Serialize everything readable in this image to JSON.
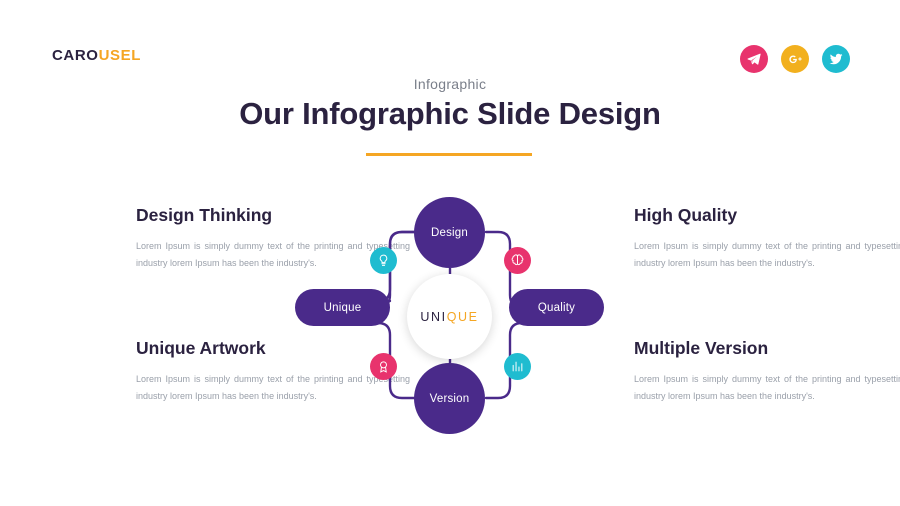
{
  "header": {
    "logo_part1": "CARO",
    "logo_part2": "USEL",
    "social": [
      {
        "name": "telegram",
        "color": "#e8336d"
      },
      {
        "name": "google-plus",
        "color": "#f2b01e"
      },
      {
        "name": "twitter",
        "color": "#1fbcd0"
      }
    ]
  },
  "titles": {
    "eyebrow": "Infographic",
    "main": "Our Infographic Slide Design"
  },
  "blocks": [
    {
      "id": "design",
      "heading": "Design Thinking",
      "body": "Lorem Ipsum is simply dummy text of the printing and typesetting industry lorem Ipsum has been the industry's."
    },
    {
      "id": "quality",
      "heading": "High Quality",
      "body": "Lorem Ipsum is simply dummy text of the printing and typesetting industry lorem Ipsum has been the industry's."
    },
    {
      "id": "unique",
      "heading": "Unique Artwork",
      "body": "Lorem Ipsum is simply dummy text of the printing and typesetting industry lorem Ipsum has been the industry's."
    },
    {
      "id": "version",
      "heading": "Multiple Version",
      "body": "Lorem Ipsum is simply dummy text of the printing and typesetting industry lorem Ipsum has been the industry's."
    }
  ],
  "infographic": {
    "center_text_part1": "UNI",
    "center_text_part2": "QUE",
    "nodes": [
      {
        "id": "design",
        "label": "Design",
        "shape": "circle",
        "color": "#4a2a8a"
      },
      {
        "id": "quality",
        "label": "Quality",
        "shape": "pill",
        "color": "#4a2a8a"
      },
      {
        "id": "version",
        "label": "Version",
        "shape": "circle",
        "color": "#4a2a8a"
      },
      {
        "id": "unique",
        "label": "Unique",
        "shape": "pill",
        "color": "#4a2a8a"
      }
    ],
    "mini_icons": [
      {
        "id": "bulb",
        "icon": "lightbulb-icon",
        "color": "#1fbcd0"
      },
      {
        "id": "brain",
        "icon": "brain-icon",
        "color": "#e8336d"
      },
      {
        "id": "badge",
        "icon": "award-icon",
        "color": "#e8336d"
      },
      {
        "id": "chart",
        "icon": "chart-icon",
        "color": "#1fbcd0"
      }
    ],
    "connector_color": "#4a2a8a"
  },
  "colors": {
    "purple": "#4a2a8a",
    "pink": "#e8336d",
    "teal": "#1fbcd0",
    "yellow": "#f5a623",
    "dark": "#2b2240",
    "body_text": "#9aa0aa"
  }
}
